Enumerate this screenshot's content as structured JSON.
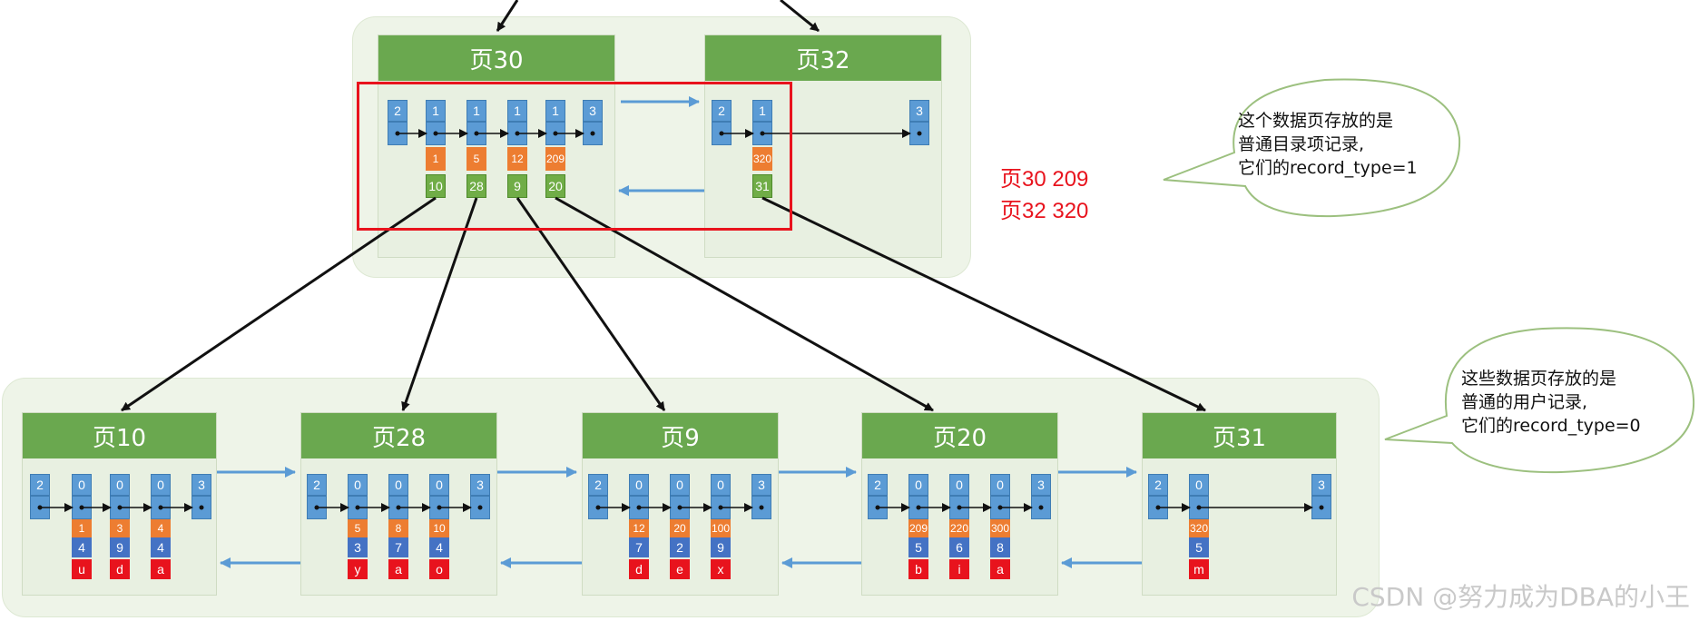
{
  "upper_pages": [
    {
      "title": "页30",
      "records": [
        {
          "type": "2"
        },
        {
          "type": "1",
          "key": "1",
          "page": "10"
        },
        {
          "type": "1",
          "key": "5",
          "page": "28"
        },
        {
          "type": "1",
          "key": "12",
          "page": "9"
        },
        {
          "type": "1",
          "key": "209",
          "page": "20"
        },
        {
          "type": "3"
        }
      ]
    },
    {
      "title": "页32",
      "records": [
        {
          "type": "2"
        },
        {
          "type": "1",
          "key": "320",
          "page": "31"
        },
        {
          "type": "3"
        }
      ]
    }
  ],
  "leaf_pages": [
    {
      "title": "页10",
      "records": [
        {
          "type": "2"
        },
        {
          "type": "0",
          "key": "1",
          "num": "4",
          "char": "u"
        },
        {
          "type": "0",
          "key": "3",
          "num": "9",
          "char": "d"
        },
        {
          "type": "0",
          "key": "4",
          "num": "4",
          "char": "a"
        },
        {
          "type": "3"
        }
      ]
    },
    {
      "title": "页28",
      "records": [
        {
          "type": "2"
        },
        {
          "type": "0",
          "key": "5",
          "num": "3",
          "char": "y"
        },
        {
          "type": "0",
          "key": "8",
          "num": "7",
          "char": "a"
        },
        {
          "type": "0",
          "key": "10",
          "num": "4",
          "char": "o"
        },
        {
          "type": "3"
        }
      ]
    },
    {
      "title": "页9",
      "records": [
        {
          "type": "2"
        },
        {
          "type": "0",
          "key": "12",
          "num": "7",
          "char": "d"
        },
        {
          "type": "0",
          "key": "20",
          "num": "2",
          "char": "e"
        },
        {
          "type": "0",
          "key": "100",
          "num": "9",
          "char": "x"
        },
        {
          "type": "3"
        }
      ]
    },
    {
      "title": "页20",
      "records": [
        {
          "type": "2"
        },
        {
          "type": "0",
          "key": "209",
          "num": "5",
          "char": "b"
        },
        {
          "type": "0",
          "key": "220",
          "num": "6",
          "char": "i"
        },
        {
          "type": "0",
          "key": "300",
          "num": "8",
          "char": "a"
        },
        {
          "type": "3"
        }
      ]
    },
    {
      "title": "页31",
      "records": [
        {
          "type": "2"
        },
        {
          "type": "0",
          "key": "320",
          "num": "5",
          "char": "m"
        },
        {
          "type": "3"
        }
      ]
    }
  ],
  "annotation": {
    "line1": "页30 209",
    "line2": "页32 320"
  },
  "bubble_top": {
    "lines": [
      "这个数据页存放的是",
      "普通目录项记录,",
      "它们的record_type=1"
    ]
  },
  "bubble_bottom": {
    "lines": [
      "这些数据页存放的是",
      "普通的用户记录,",
      "它们的record_type=0"
    ]
  },
  "watermark": "CSDN @努力成为DBA的小王",
  "colors": {
    "header_green": "#6aa84f",
    "record_blue": "#5b9bd5",
    "key_orange": "#ed7d31",
    "page_green": "#70ad47",
    "value_red": "#e8131d",
    "highlight_red": "#e8131d",
    "link_arrow": "#5b9bd5"
  }
}
